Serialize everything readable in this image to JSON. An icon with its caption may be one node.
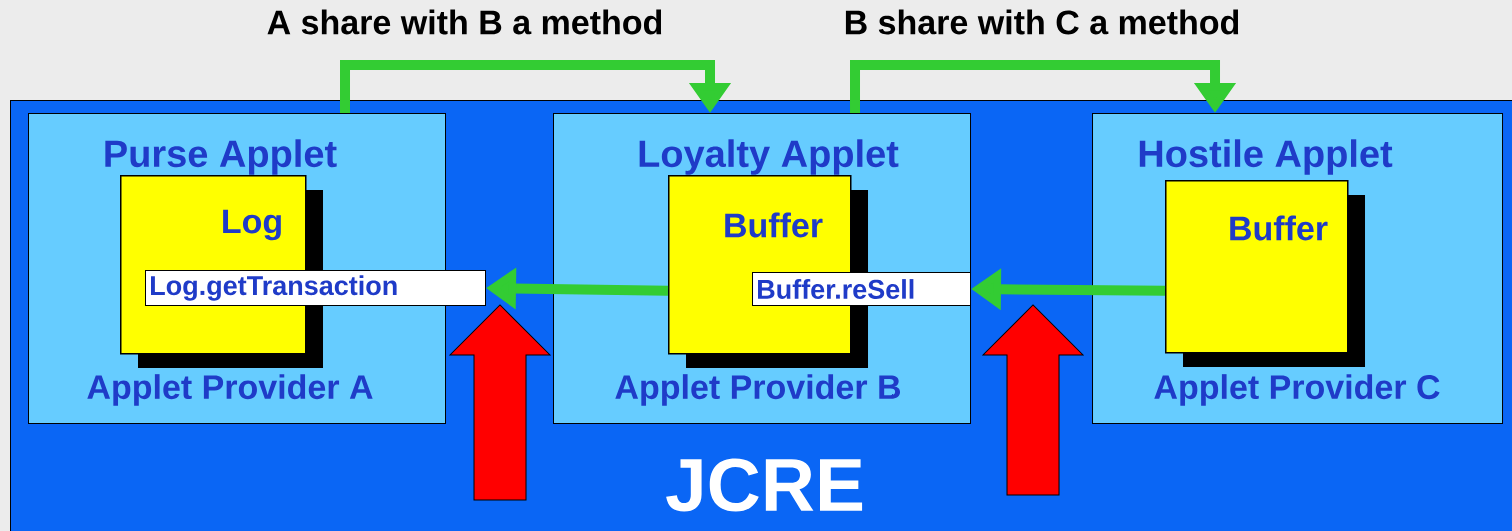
{
  "diagram": {
    "nodes": [
      {
        "text": [
          "JCRE"
        ]
      },
      {
        "text": [
          "Purse Applet",
          "Applet Provider A"
        ],
        "in": 0
      },
      {
        "text": [
          "Log"
        ],
        "in": 1
      },
      {
        "text": [
          "Log.getTransaction"
        ],
        "in": 0
      },
      {
        "text": [
          "Loyalty Applet",
          "Applet Provider B"
        ],
        "in": 0
      },
      {
        "text": [
          "Buffer"
        ],
        "in": 4
      },
      {
        "text": [
          "Buffer.reSell"
        ],
        "in": 4
      },
      {
        "text": [
          "Hostile Applet",
          "Applet Provider C"
        ],
        "in": 0
      },
      {
        "text": [
          "Buffer"
        ],
        "in": 7
      }
    ],
    "edges": [
      {
        "from": 5,
        "to": 3,
        "arrow": "to"
      },
      {
        "from": 8,
        "to": 6,
        "arrow": "to"
      },
      {
        "from": 1,
        "to": 4,
        "arrow": "to",
        "label": "A share with B a method"
      },
      {
        "from": 4,
        "to": 7,
        "arrow": "to",
        "label": "B share with C a method"
      }
    ]
  }
}
